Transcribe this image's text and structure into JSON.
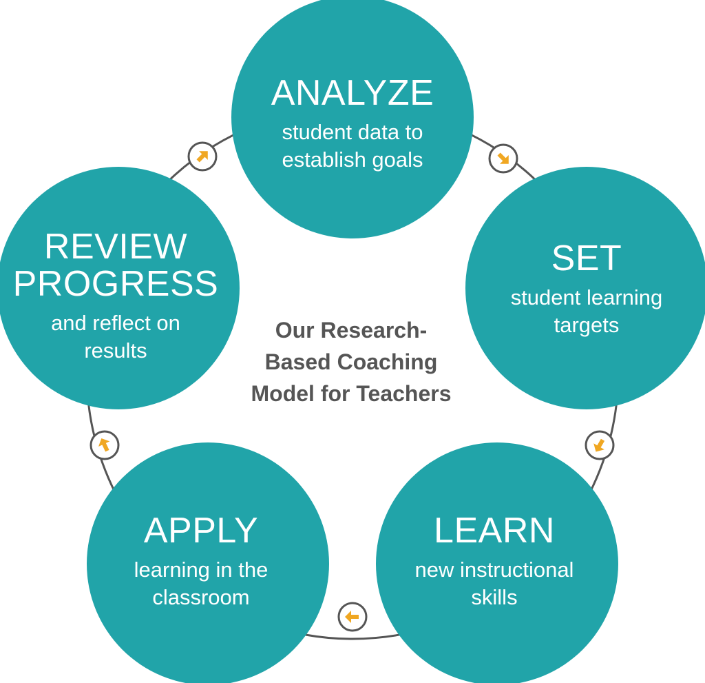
{
  "center_title": [
    "Our Research-",
    "Based Coaching",
    "Model for Teachers"
  ],
  "colors": {
    "circle_fill": "#21A4A9",
    "circle_text": "#FFFFFF",
    "center_text": "#555555",
    "ring_line": "#555555",
    "arrow": "#F0A722"
  },
  "steps": [
    {
      "id": "analyze",
      "title_lines": [
        "ANALYZE"
      ],
      "sub_lines": [
        "student data to",
        "establish goals"
      ]
    },
    {
      "id": "set",
      "title_lines": [
        "SET"
      ],
      "sub_lines": [
        "student learning",
        "targets"
      ]
    },
    {
      "id": "learn",
      "title_lines": [
        "LEARN"
      ],
      "sub_lines": [
        "new instructional",
        "skills"
      ]
    },
    {
      "id": "apply",
      "title_lines": [
        "APPLY"
      ],
      "sub_lines": [
        "learning in the",
        "classroom"
      ]
    },
    {
      "id": "review",
      "title_lines": [
        "REVIEW",
        "PROGRESS"
      ],
      "sub_lines": [
        "and reflect on",
        "results"
      ]
    }
  ],
  "connector_icons": [
    "arrow-icon",
    "arrow-icon",
    "arrow-icon",
    "arrow-icon",
    "arrow-icon"
  ]
}
